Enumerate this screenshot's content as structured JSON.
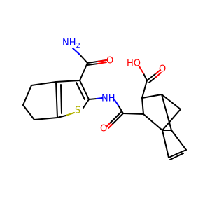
{
  "molecule": {
    "atom_labels": {
      "amide_nh2": "NH",
      "amide_nh2_sub": "2",
      "amide_o": "O",
      "acid_o": "O",
      "acid_oh": "HO",
      "linker_nh": "NH",
      "linker_o": "O",
      "ring_s": "S"
    },
    "colors": {
      "bond": "#000000",
      "oxygen": "#ff0000",
      "nitrogen": "#0000ff",
      "sulfur": "#b2b200"
    }
  }
}
